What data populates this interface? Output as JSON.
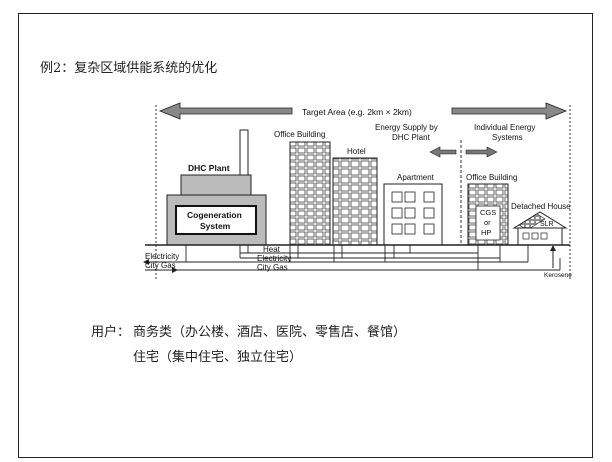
{
  "slide": {
    "title": "例2：复杂区域供能系统的优化",
    "users_label": "用户：",
    "users_line1": "商务类（办公楼、酒店、医院、零售店、餐馆）",
    "users_line2": "住宅（集中住宅、独立住宅）"
  },
  "diagram": {
    "target_area": "Target Area (e.g. 2km × 2km)",
    "energy_supply_line1": "Energy Supply by",
    "energy_supply_line2": "DHC Plant",
    "individual_line1": "Individual Energy",
    "individual_line2": "Systems",
    "dhc_plant": "DHC Plant",
    "cogeneration_line1": "Cogeneration",
    "cogeneration_line2": "System",
    "office_building_1": "Office Building",
    "hotel": "Hotel",
    "apartment": "Apartment",
    "office_building_2": "Office Building",
    "cgs_line1": "CGS",
    "cgs_line2": "or",
    "cgs_line3": "HP",
    "detached_house": "Detached House",
    "slr": "SLR",
    "electricity_left": "Electricity",
    "city_gas_left": "City Gas",
    "heat": "Heat",
    "electricity_mid": "Electricity",
    "city_gas_mid": "City Gas",
    "kerosene": "Kerosene"
  }
}
